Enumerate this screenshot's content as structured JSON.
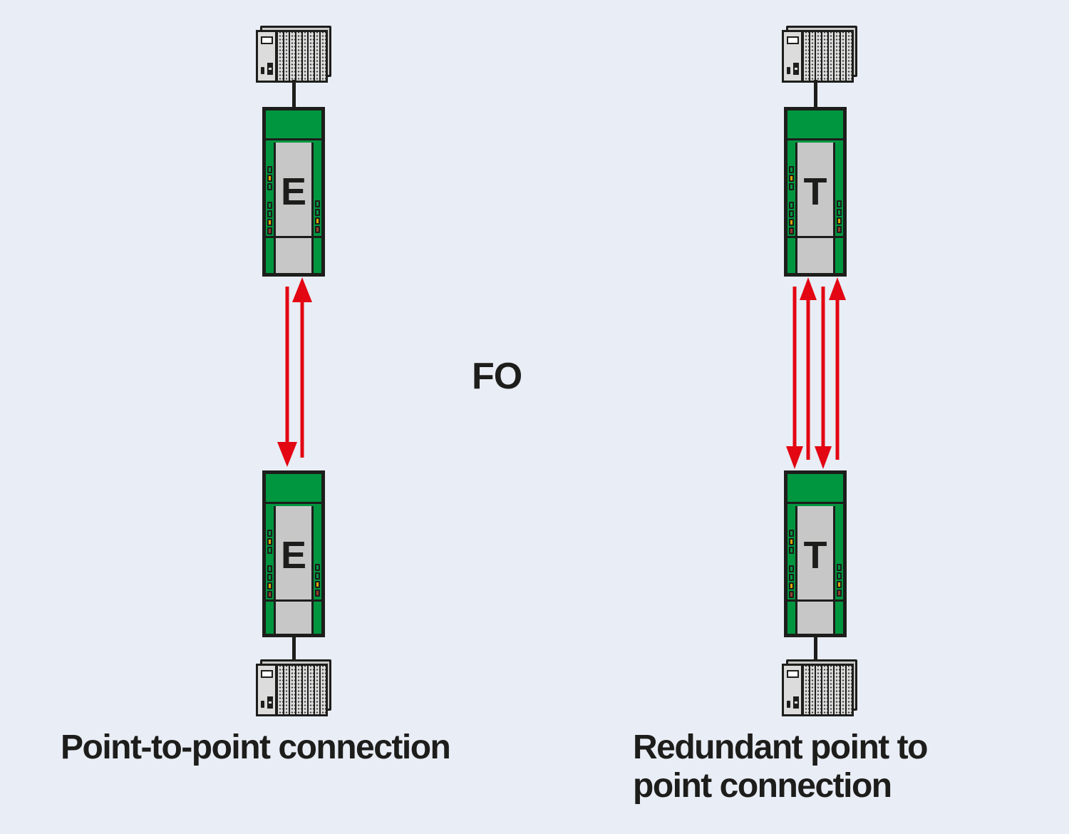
{
  "diagram": {
    "fo_label": "FO",
    "left": {
      "caption": "Point-to-point connection",
      "top_module_letter": "E",
      "bottom_module_letter": "E",
      "fiber_link_arrows": [
        "down",
        "up"
      ]
    },
    "right": {
      "caption_line1": "Redundant point to",
      "caption_line2": "point connection",
      "top_module_letter": "T",
      "bottom_module_letter": "T",
      "fiber_link_arrows": [
        "down",
        "up",
        "down",
        "up"
      ]
    }
  },
  "colors": {
    "bg": "#e9edf5",
    "outline": "#1d1d1b",
    "text": "#1d1d1b",
    "green": "#009640",
    "panel": "#c7c7c7",
    "plc": "#dcdcdc",
    "red": "#e30613",
    "led-yellow": "#d9a400",
    "led-red": "#93402c"
  }
}
